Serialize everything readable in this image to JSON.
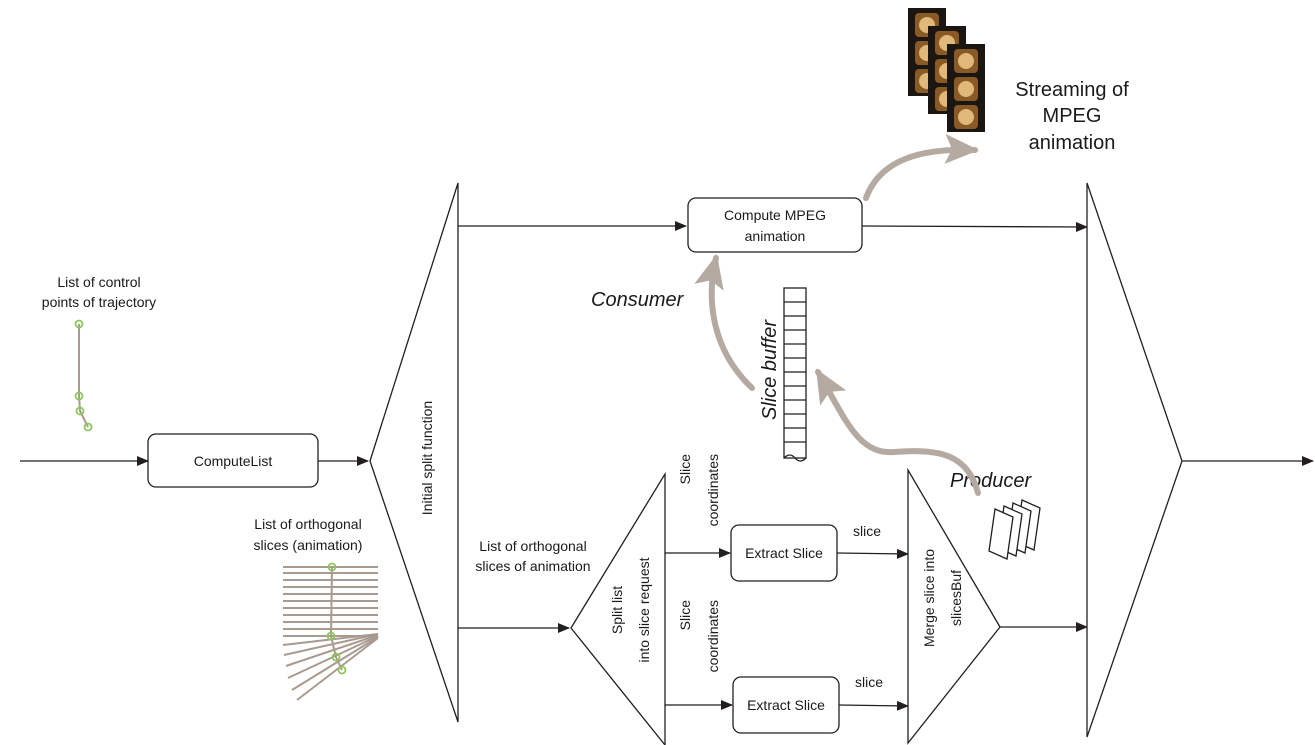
{
  "labels": {
    "control_points": [
      "List of control",
      "points of trajectory"
    ],
    "ortho_slices": [
      "List of orthogonal",
      "slices (animation)"
    ],
    "compute_list": "ComputeList",
    "initial_split": "Initial split function",
    "compute_mpeg": [
      "Compute MPEG",
      "animation"
    ],
    "streaming": [
      "Streaming of",
      "MPEG",
      "animation"
    ],
    "consumer": "Consumer",
    "producer": "Producer",
    "slice_buffer": "Slice buffer",
    "ortho_animation": [
      "List of orthogonal",
      "slices of animation"
    ],
    "split_list": [
      "Split list",
      "into slice request"
    ],
    "slice_coords_top": [
      "Slice",
      "coordinates"
    ],
    "slice_coords_bottom": [
      "Slice",
      "coordinates"
    ],
    "extract_top": "Extract Slice",
    "extract_bottom": "Extract Slice",
    "slice_top": "slice",
    "slice_bottom": "slice",
    "merge": [
      "Merge slice into",
      "slicesBuf"
    ]
  },
  "colors": {
    "line": "#231f20",
    "flow_arrow": "#b5aaa1",
    "control_point": "#8dc85a",
    "slice_ray": "#a99a90",
    "film": "#1c1612",
    "film_frame": "#8a5a26"
  },
  "icons": [
    "film-strip-icon",
    "slice-stack-icon",
    "trajectory-icon",
    "orthogonal-slices-icon"
  ]
}
